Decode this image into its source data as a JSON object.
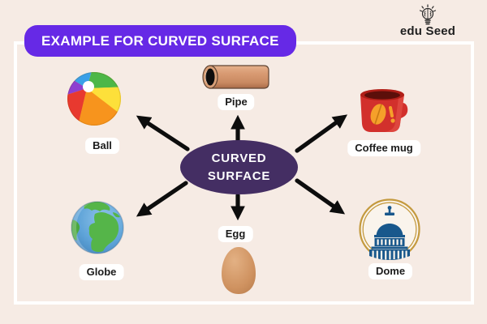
{
  "header": {
    "title": "EXAMPLE FOR CURVED SURFACE"
  },
  "brand": {
    "edu": "edu",
    "seed": "Seed",
    "icon": "lightbulb-brain-icon"
  },
  "center": {
    "line1": "CURVED",
    "line2": "SURFACE"
  },
  "items": {
    "ball": {
      "label": "Ball",
      "icon": "beach-ball-icon"
    },
    "pipe": {
      "label": "Pipe",
      "icon": "pipe-icon"
    },
    "coffee_mug": {
      "label": "Coffee mug",
      "icon": "coffee-mug-icon"
    },
    "globe": {
      "label": "Globe",
      "icon": "globe-icon"
    },
    "egg": {
      "label": "Egg",
      "icon": "egg-icon"
    },
    "dome": {
      "label": "Dome",
      "icon": "capitol-dome-icon"
    }
  },
  "colors": {
    "background": "#f6ebe4",
    "frame": "#ffffff",
    "title_bg": "#6629e6",
    "title_text": "#ffffff",
    "ellipse_bg": "#442e63",
    "ellipse_text": "#ffffff",
    "arrow": "#0d0d0d",
    "label_bg": "#ffffff",
    "label_text": "#1b1b1b",
    "logo_text": "#1f1f1f"
  }
}
